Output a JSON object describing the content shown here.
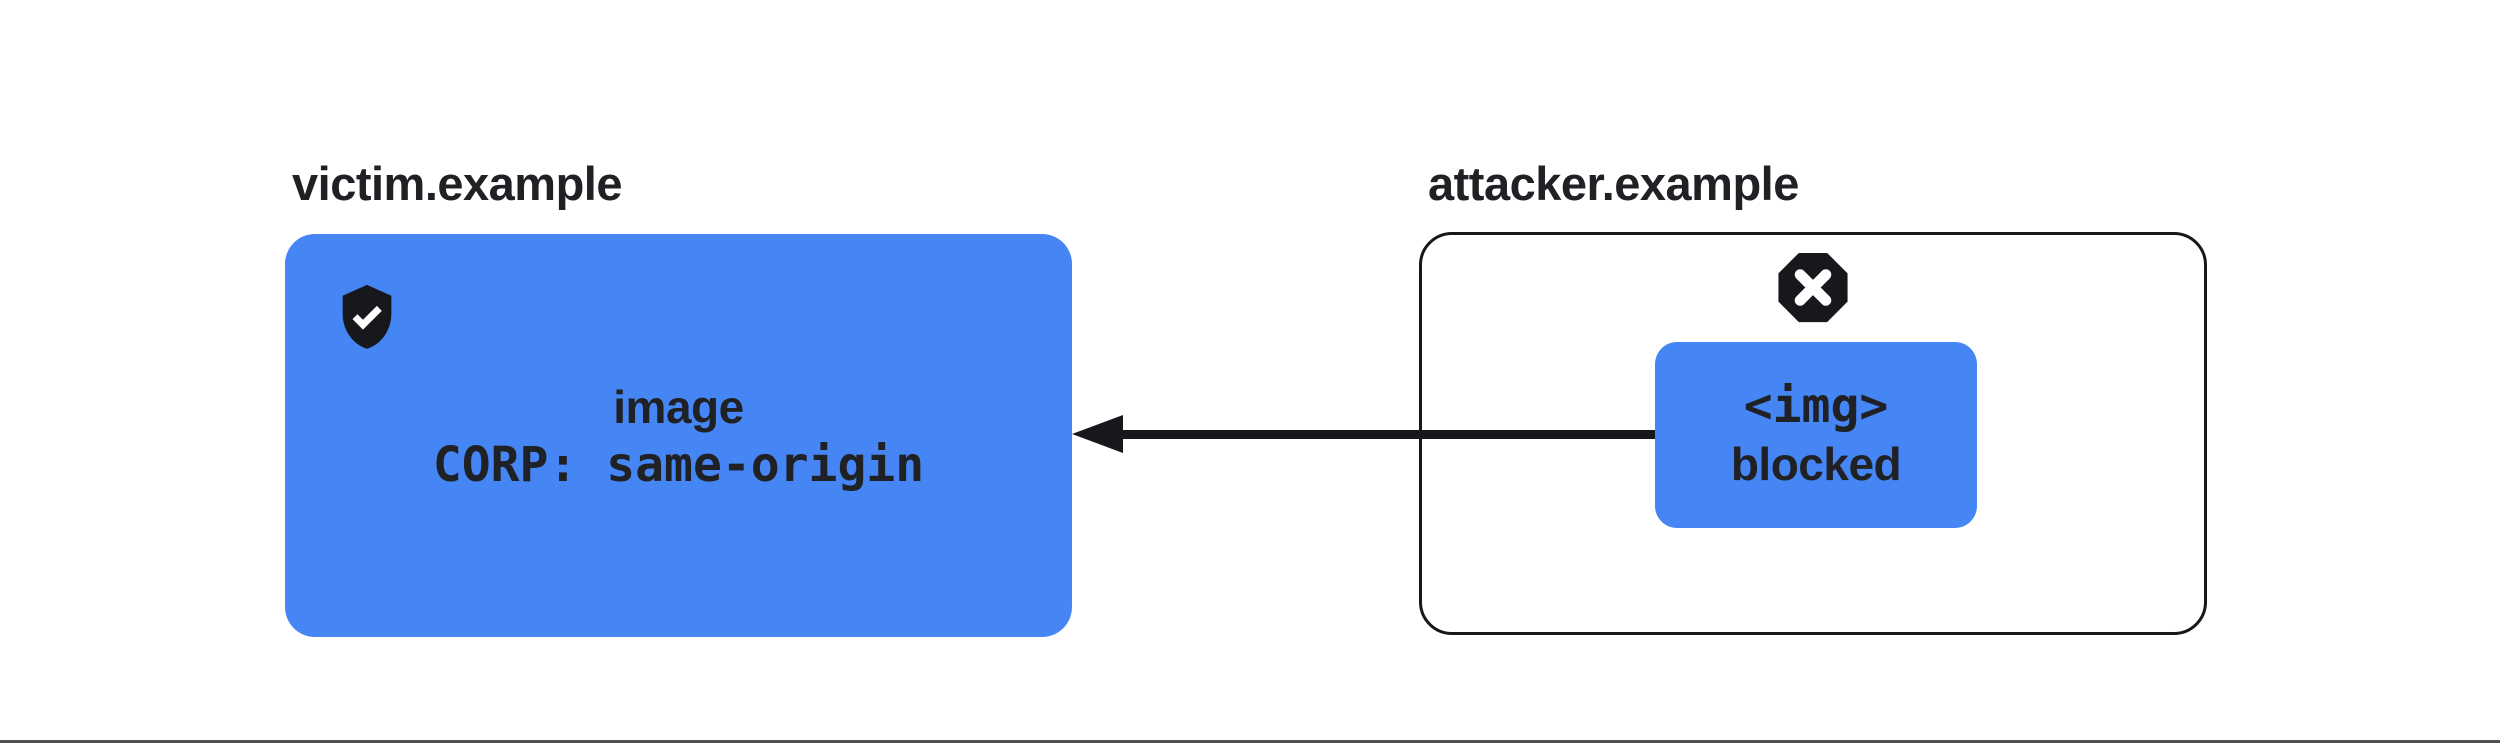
{
  "diagram": {
    "victim": {
      "title": "victim.example",
      "resource_line": "image",
      "policy_line": "CORP: same-origin",
      "icon": "shield-check",
      "box_color": "#4686f4"
    },
    "attacker": {
      "title": "attacker.example",
      "request_line1": "<img>",
      "request_line2": "blocked",
      "icon": "blocked-cross-octagon"
    },
    "arrow": {
      "direction": "right-to-left"
    },
    "colors": {
      "blue": "#4686f4",
      "ink": "#16181c",
      "text": "#202124",
      "divider": "#505050"
    }
  }
}
